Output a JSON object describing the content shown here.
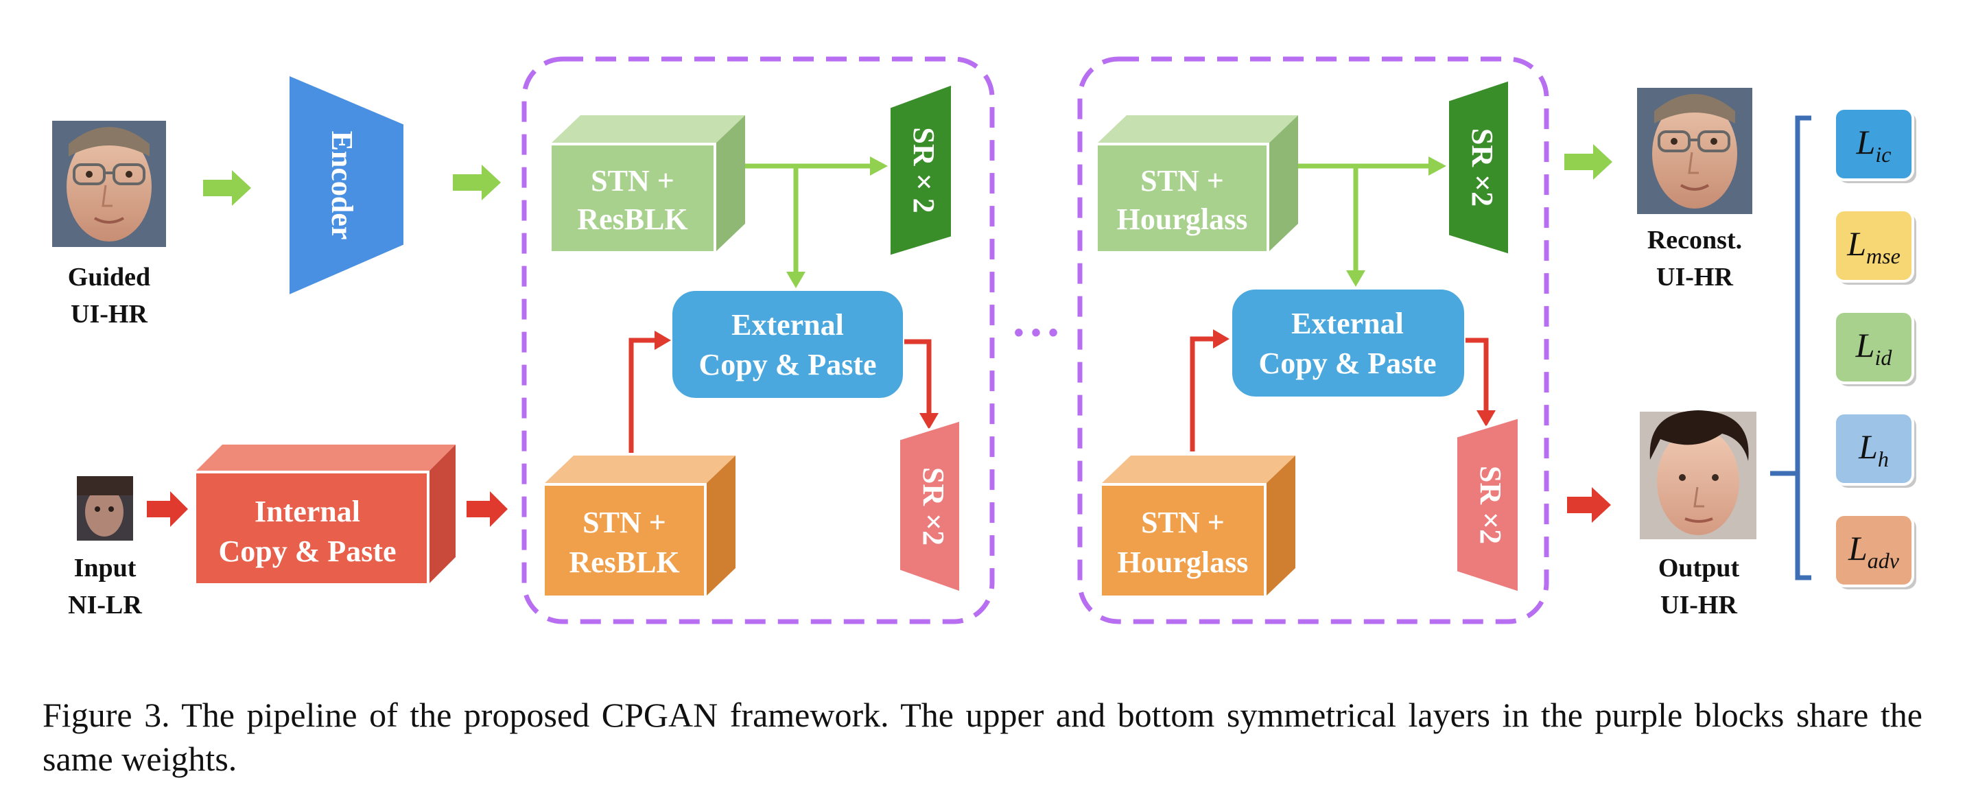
{
  "diagram": {
    "guided_label": [
      "Guided",
      "UI-HR"
    ],
    "input_label": [
      "Input",
      "NI-LR"
    ],
    "encoder_label": "Encoder",
    "internal_label": [
      "Internal",
      "Copy & Paste"
    ],
    "stage1": {
      "top_block": [
        "STN +",
        "ResBLK"
      ],
      "bottom_block": [
        "STN +",
        "ResBLK"
      ],
      "external": [
        "External",
        "Copy & Paste"
      ],
      "sr_top": "SR × 2",
      "sr_bottom": "SR ×2"
    },
    "stage2": {
      "top_block": [
        "STN +",
        "Hourglass"
      ],
      "bottom_block": [
        "STN +",
        "Hourglass"
      ],
      "external": [
        "External",
        "Copy & Paste"
      ],
      "sr_top": "SR ×2",
      "sr_bottom": "SR ×2"
    },
    "ellipsis": "• • •",
    "reconst_label": [
      "Reconst.",
      "UI-HR"
    ],
    "output_label": [
      "Output",
      "UI-HR"
    ],
    "losses": [
      {
        "main": "L",
        "sub": "ic",
        "color": "#3ea0dc"
      },
      {
        "main": "L",
        "sub": "mse",
        "color": "#f7d774"
      },
      {
        "main": "L",
        "sub": "id",
        "color": "#a9d18e"
      },
      {
        "main": "L",
        "sub": "h",
        "color": "#9dc3e6"
      },
      {
        "main": "L",
        "sub": "adv",
        "color": "#e8a982"
      }
    ],
    "colors": {
      "encoder": "#4a90e2",
      "internal": "#e8604c",
      "green_block": "#a9d18e",
      "orange_block": "#f0a04b",
      "external": "#4aa8de",
      "sr_green": "#3a8e2a",
      "sr_pink": "#ec7b7b",
      "green_arrow": "#92d050",
      "red_arrow": "#e03a2e",
      "purple_dash": "#b86ef0",
      "bracket": "#3e6fb5"
    }
  },
  "caption": "Figure 3. The pipeline of the proposed CPGAN framework. The upper and bottom symmetrical layers in the purple blocks share the same weights."
}
